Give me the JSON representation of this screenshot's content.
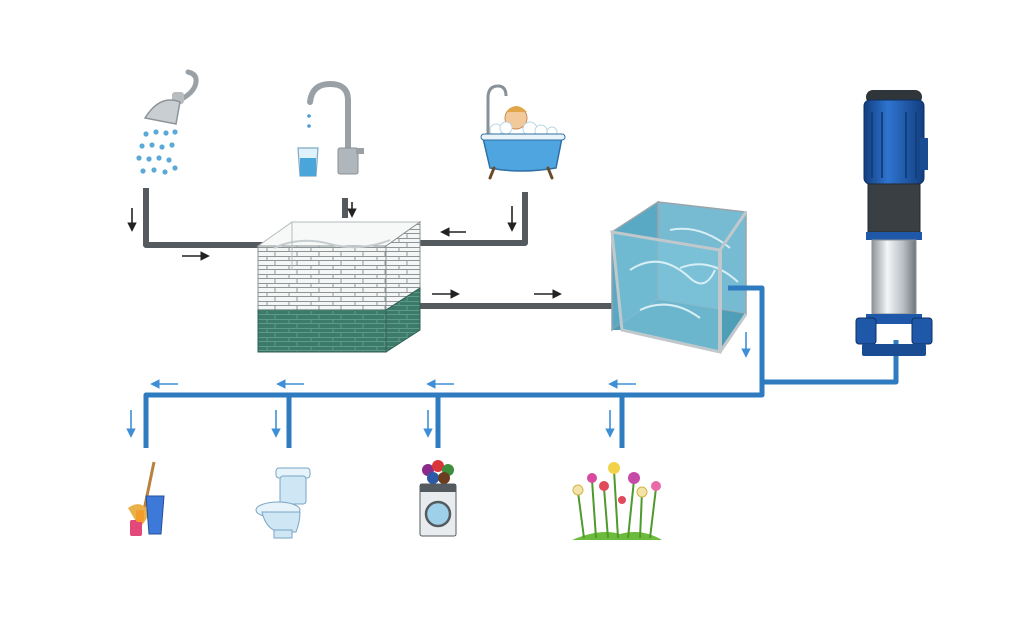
{
  "diagram": {
    "type": "greywater-recycling-flow",
    "sources": [
      {
        "name": "shower",
        "icon": "shower-head-icon"
      },
      {
        "name": "sink",
        "icon": "faucet-glass-icon"
      },
      {
        "name": "bath",
        "icon": "bathtub-icon"
      }
    ],
    "processing": [
      {
        "name": "filter-tank",
        "icon": "filter-tank-icon"
      },
      {
        "name": "storage-tank",
        "icon": "storage-tank-icon"
      },
      {
        "name": "pump",
        "icon": "vertical-pump-icon"
      }
    ],
    "uses": [
      {
        "name": "cleaning",
        "icon": "mop-bucket-icon"
      },
      {
        "name": "toilet",
        "icon": "toilet-icon"
      },
      {
        "name": "washing-machine",
        "icon": "washing-machine-icon"
      },
      {
        "name": "garden",
        "icon": "flowers-icon"
      }
    ],
    "colors": {
      "grey_pipe": "#555a5e",
      "blue_pipe": "#2e7bc0",
      "water": "#5aa9c4",
      "pump_blue": "#1f58a8",
      "arrow_black": "#222222",
      "arrow_blue": "#3f8fd6"
    }
  }
}
